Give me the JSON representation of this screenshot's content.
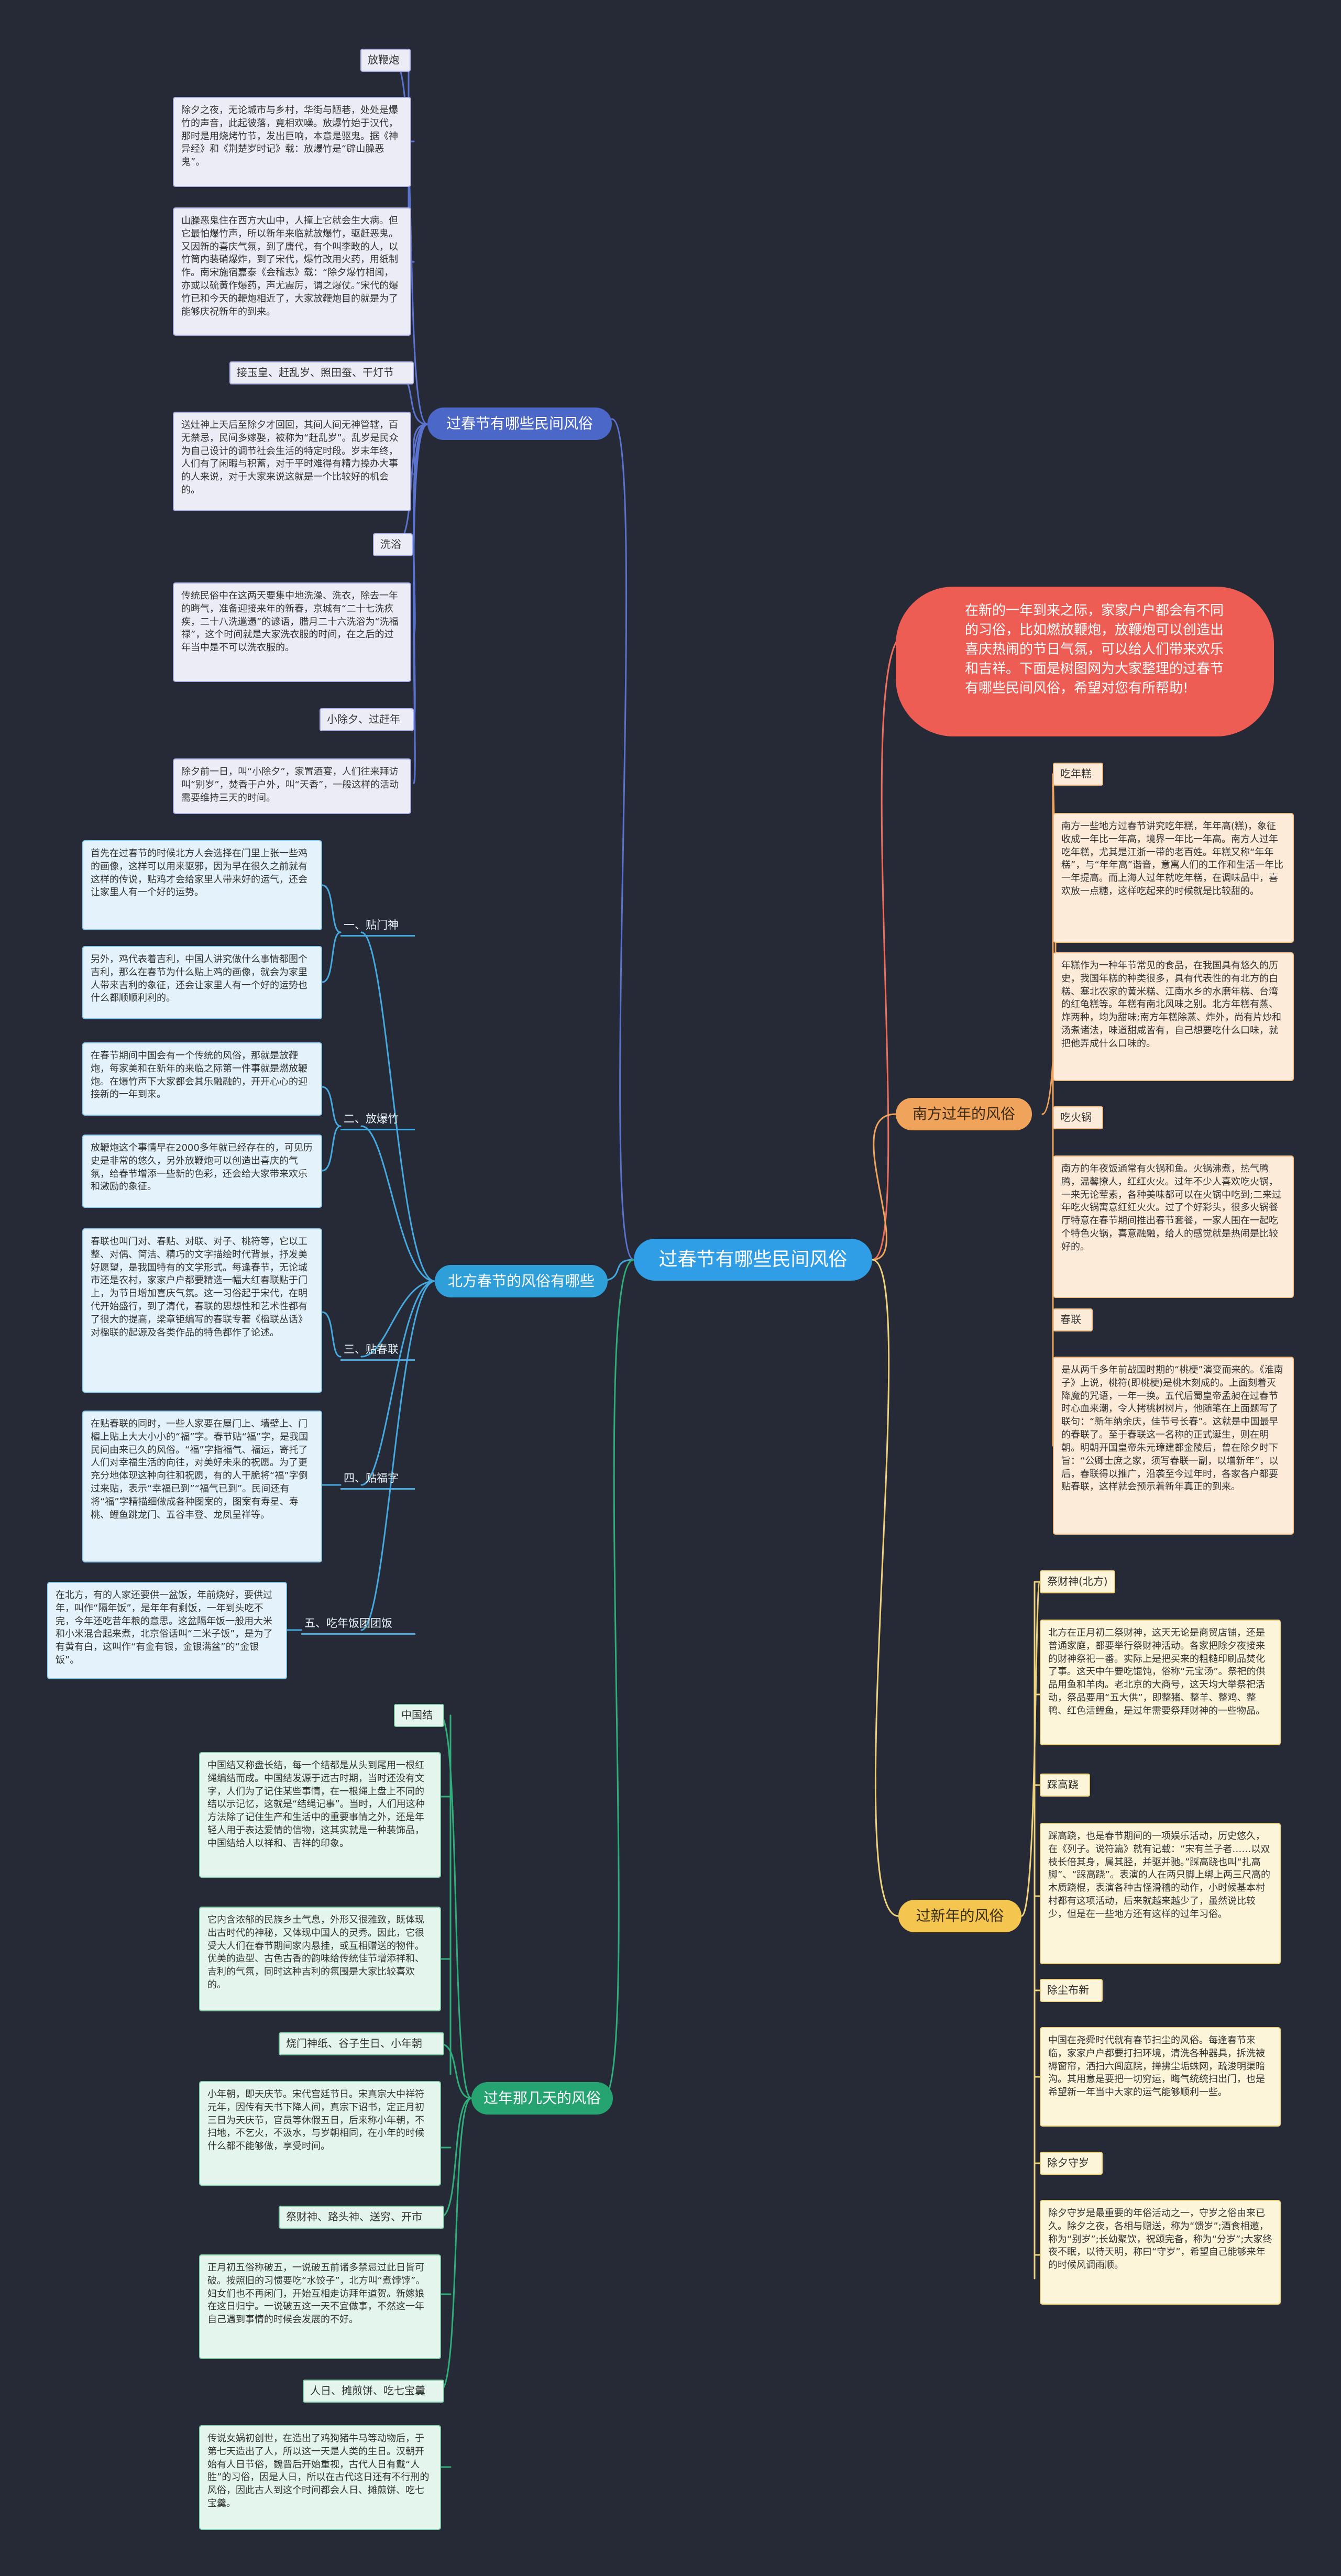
{
  "mindmap": {
    "root": "过春节有哪些民间风俗",
    "intro": "在新的一年到来之际，家家户户都会有不同的习俗，比如燃放鞭炮，放鞭炮可以创造出喜庆热闹的节日气氛，可以给人们带来欢乐和吉祥。下面是树图网为大家整理的过春节有哪些民间风俗，希望对您有所帮助!",
    "branch_customs": {
      "title": "过春节有哪些民间风俗",
      "fangbianpao_label": "放鞭炮",
      "fangbianpao_text1": "除夕之夜，无论城市与乡村，华街与陋巷，处处是爆竹的声音，此起彼落，竟相欢噪。放爆竹始于汉代，那时是用烧烤竹节，发出巨响，本意是驱鬼。据《神异经》和《荆楚岁时记》载：放爆竹是“辟山臊恶鬼”。",
      "fangbianpao_text2": "山臊恶鬼住在西方大山中，人撞上它就会生大病。但它最怕爆竹声，所以新年来临就放爆竹，驱赶恶鬼。又因新的喜庆气氛，到了唐代，有个叫李畋的人，以竹筒内装硝爆炸，到了宋代，爆竹改用火药，用纸制作。南宋施宿嘉泰《会稽志》载：“除夕爆竹相闻，亦或以硫黄作爆药，声尤震厉，谓之爆仗。”宋代的爆竹已和今天的鞭炮相近了，大家放鞭炮目的就是为了能够庆祝新年的到来。",
      "jiezaoshen_label": "接玉皇、赶乱岁、照田蚕、干灯节",
      "jiezaoshen_text": "送灶神上天后至除夕才回回，其间人间无神管辖，百无禁忌，民间多嫁娶，被称为“赶乱岁”。乱岁是民众为自己设计的调节社会生活的特定时段。岁末年终，人们有了闲暇与积蓄，对于平时难得有精力操办大事的人来说，对于大家来说这就是一个比较好的机会的。",
      "xiyu_label": "洗浴",
      "xiyu_text": "传统民俗中在这两天要集中地洗澡、洗衣，除去一年的晦气，准备迎接来年的新春，京城有“二十七洗疚疾，二十八洗邋遢”的谚语，腊月二十六洗浴为“洗福禄”，这个时间就是大家洗衣服的时间，在之后的过年当中是不可以洗衣服的。",
      "xiaochuxi_label": "小除夕、过赶年",
      "xiaochuxi_text": "除夕前一日，叫“小除夕”，家置酒宴，人们往来拜访叫“别岁”，焚香于户外，叫“天香”，一般这样的活动需要维持三天的时间。"
    },
    "branch_north": {
      "title": "北方春节的风俗有哪些",
      "s1_label": "一、贴门神",
      "s1_text1": "首先在过春节的时候北方人会选择在门里上张一些鸡的画像，这样可以用来驱邪，因为早在很久之前就有这样的传说，贴鸡才会给家里人带来好的运气，还会让家里人有一个好的运势。",
      "s1_text2": "另外，鸡代表着吉利，中国人讲究做什么事情都图个吉利，那么在春节为什么贴上鸡的画像，就会为家里人带来吉利的象征，还会让家里人有一个好的运势也什么都顺顺利利的。",
      "s2_label": "二、放爆竹",
      "s2_text1": "在春节期间中国会有一个传统的风俗，那就是放鞭炮，每家美和在新年的来临之际第一件事就是燃放鞭炮。在爆竹声下大家都会其乐融融的，开开心心的迎接新的一年到来。",
      "s2_text2": "放鞭炮这个事情早在2000多年就已经存在的，可见历史是非常的悠久，另外放鞭炮可以创造出喜庆的气氛，给春节增添一些新的色彩，还会给大家带来欢乐和激励的象征。",
      "s3_label": "三、贴春联",
      "s3_text": "春联也叫门对、春贴、对联、对子、桃符等，它以工整、对偶、简洁、精巧的文字描绘时代背景，抒发美好愿望，是我国特有的文学形式。每逢春节，无论城市还是农村，家家户户都要精选一幅大红春联贴于门上，为节日增加喜庆气氛。这一习俗起于宋代，在明代开始盛行，到了清代，春联的思想性和艺术性都有了很大的提高，梁章钜编写的春联专著《楹联丛话》对楹联的起源及各类作品的特色都作了论述。",
      "s4_label": "四、贴福字",
      "s4_text": "在贴春联的同时，一些人家要在屋门上、墙壁上、门楣上贴上大大小小的“福”字。春节贴“福”字，是我国民间由来已久的风俗。“福”字指福气、福运，寄托了人们对幸福生活的向往，对美好未来的祝愿。为了更充分地体现这种向往和祝愿，有的人干脆将“福”字倒过来贴，表示“幸福已到”“福气已到”。民间还有将“福”字精描细做成各种图案的，图案有寿星、寿桃、鲤鱼跳龙门、五谷丰登、龙凤呈祥等。",
      "s5_label": "五、吃年饭团团饭",
      "s5_text": "在北方，有的人家还要供一盆饭，年前烧好，要供过年，叫作“隔年饭”，是年年有剩饭，一年到头吃不完，今年还吃昔年粮的意思。这盆隔年饭一般用大米和小米混合起来煮，北京俗话叫“二米子饭”，是为了有黄有白，这叫作“有金有银，金银满盆”的“金银饭”。"
    },
    "branch_days": {
      "title": "过年那几天的风俗",
      "t1_label": "中国结",
      "t1_text1": "中国结又称盘长结，每一个结都是从头到尾用一根红绳编结而成。中国结发源于远古时期，当时还没有文字，人们为了记住某些事情，在一根绳上盘上不同的结以示记忆，这就是“结绳记事”。当时，人们用这种方法除了记住生产和生活中的重要事情之外，还是年轻人用于表达爱情的信物，这其实就是一种装饰品，中国结给人以祥和、吉祥的印象。",
      "t1_text2": "它内含浓郁的民族乡土气息，外形又很雅致，既体现出古时代的神秘，又体现中国人的灵秀。因此，它很受大人们在春节期间家内悬挂，或互相赠送的物件。优美的造型、古色古香的韵味给传统佳节增添祥和、吉利的气氛，同时这种吉利的氛围是大家比较喜欢的。",
      "t2_label": "烧门神纸、谷子生日、小年朝",
      "t2_text": "小年朝，即天庆节。宋代宫廷节日。宋真宗大中祥符元年，因传有天书下降人间，真宗下诏书，定正月初三日为天庆节，官员等休假五日，后来称小年朝，不扫地，不乞火，不汲水，与岁朝相同，在小年的时候什么都不能够做，享受时间。",
      "t3_label": "祭财神、路头神、送穷、开市",
      "t3_text": "正月初五俗称破五，一说破五前诸多禁忌过此日皆可破。按照旧的习惯要吃“水饺子”，北方叫“煮饽饽”。妇女们也不再闲门，开始互相走访拜年道贺。新嫁娘在这日归宁。一说破五这一天不宜做事，不然这一年自己遇到事情的时候会发展的不好。",
      "t4_label": "人日、摊煎饼、吃七宝羹",
      "t4_text": "传说女娲初创世，在造出了鸡狗猪牛马等动物后，于第七天造出了人，所以这一天是人类的生日。汉朝开始有人日节俗，魏晋后开始重视，古代人日有戴“人胜”的习俗，因是人日，所以在古代这日还有不行刑的风俗，因此古人到这个时间都会人日、摊煎饼、吃七宝羹。"
    },
    "branch_south": {
      "title": "南方过年的风俗",
      "t1_label": "吃年糕",
      "t1_text1": "南方一些地方过春节讲究吃年糕，年年高(糕)，象征收成一年比一年高，境界一年比一年高。南方人过年吃年糕，尤其是江浙一带的老百姓。年糕又称“年年糕”，与“年年高”谐音，意寓人们的工作和生活一年比一年提高。而上海人过年就吃年糕，在调味品中，喜欢放一点糖，这样吃起来的时候就是比较甜的。",
      "t1_text2": "年糕作为一种年节常见的食品，在我国具有悠久的历史，我国年糕的种类很多，具有代表性的有北方的白糕、塞北农家的黄米糕、江南水乡的水磨年糕、台湾的红龟糕等。年糕有南北风味之别。北方年糕有蒸、炸两种，均为甜味;南方年糕除蒸、炸外，尚有片炒和汤煮诸法，味道甜咸皆有，自己想要吃什么口味，就把他弄成什么口味的。",
      "t2_label": "吃火锅",
      "t2_text": "南方的年夜饭通常有火锅和鱼。火锅沸煮，热气腾腾，温馨撩人，红红火火。过年不少人喜欢吃火锅，一来无论荤素，各种美味都可以在火锅中吃到;二来过年吃火锅寓意红红火火。过了个好彩头，很多火锅餐厅特意在春节期间推出春节套餐，一家人围在一起吃个特色火锅，喜意融融，给人的感觉就是热闹是比较好的。",
      "t3_label": "春联",
      "t3_text": "是从两千多年前战国时期的“桃梗”演变而来的。《淮南子》上说，桃符(即桃梗)是桃木刻成的。上面刻着灭降魔的咒语，一年一换。五代后蜀皇帝孟昶在过春节时心血来潮，令人拷桃树树片，他随笔在上面题写了联句：“新年纳余庆，佳节号长春”。这就是中国最早的春联了。至于春联这一名称的正式诞生，则在明朝。明朝开国皇帝朱元璋建都金陵后，曾在除夕时下旨：“公卿士庶之家，须写春联一副，以增新年”，以后，春联得以推广，沿袭至今过年时，各家各户都要贴春联，这样就会预示着新年真正的到来。"
    },
    "branch_newyear": {
      "title": "过新年的风俗",
      "t1_label": "祭财神(北方)",
      "t1_text": "北方在正月初二祭财神，这天无论是商贸店铺，还是普通家庭，都要举行祭财神活动。各家把除夕夜接来的财神祭祀一番。实际上是把买来的粗糙印刷品焚化了事。这天中午要吃馄饨，俗称“元宝汤”。祭祀的供品用鱼和羊肉。老北京的大商号，这天均大举祭祀活动，祭品要用“五大供”，即整猪、整羊、整鸡、整鸭、红色活鲤鱼，是过年需要祭拜财神的一些物品。",
      "t2_label": "踩高跷",
      "t2_text": "踩高跷，也是春节期间的一项娱乐活动，历史悠久，在《列子。说符篇》就有记载：“宋有兰子者……以双枝长倍其身，属其胫，并驱并驰。”踩高跷也叫“扎高脚”、“踩高跷”。表演的人在两只脚上绑上两三尺高的木质跷棍，表演各种古怪滑稽的动作，小时候基本村村都有这项活动，后来就越来越少了，虽然说比较少，但是在一些地方还有这样的过年习俗。",
      "t3_label": "除尘布新",
      "t3_text": "中国在尧舜时代就有春节扫尘的风俗。每逢春节来临，家家户户都要打扫环境，清洗各种器具，拆洗被褥窗帘，洒扫六闾庭院，掸拂尘垢蛛网，疏浚明渠暗沟。其用意是要把一切穷运，晦气统统扫出门，也是希望新一年当中大家的运气能够顺利一些。",
      "t4_label": "除夕守岁",
      "t4_text": "除夕守岁是最重要的年俗活动之一，守岁之俗由来已久。除夕之夜，各相与赠送，称为“馈岁”;酒食相邀，称为“别岁”;长幼聚饮，祝颂完备，称为“分岁”;大家终夜不眠，以待天明，称曰“守岁”，希望自己能够来年的时候风调雨顺。"
    }
  },
  "colors": {
    "background": "#262a36",
    "root": "#2f9ee6",
    "intro": "#ee5d54",
    "branch_customs": "#4b67c8",
    "branch_north": "#2e9fd8",
    "branch_days": "#25a472",
    "branch_south": "#f0a35a",
    "branch_newyear": "#f4c54f"
  }
}
